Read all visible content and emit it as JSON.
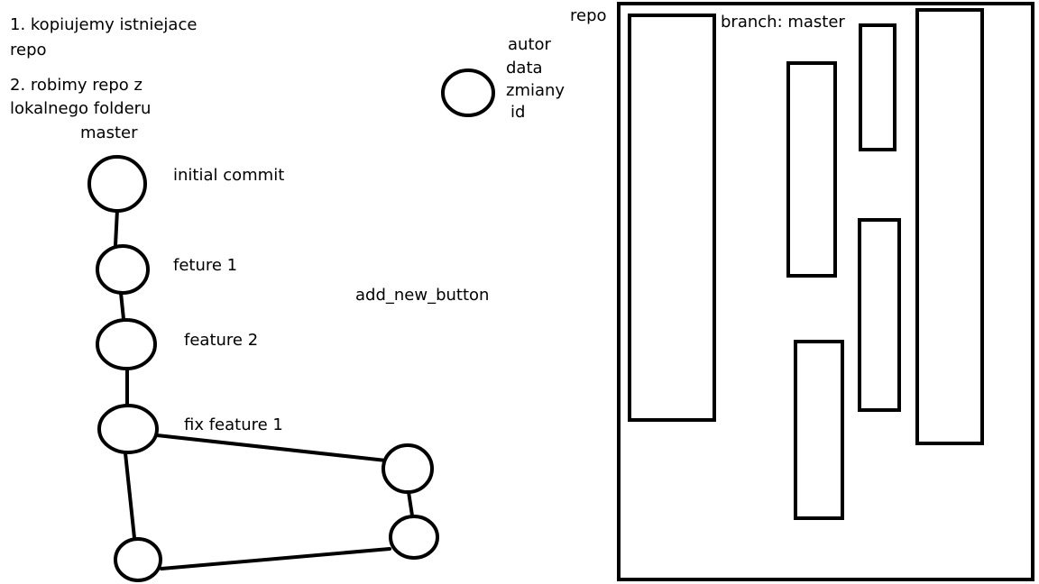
{
  "notes": {
    "step1_line1": "1. kopiujemy istniejace",
    "step1_line2": "repo",
    "step2_line1": "2. robimy repo z",
    "step2_line2": "lokalnego folderu"
  },
  "commit_legend": {
    "lines": [
      "autor",
      "data",
      "zmiany",
      "id"
    ]
  },
  "graph": {
    "branch_label": "master",
    "commits": [
      "initial commit",
      "feture 1",
      "feature 2",
      "fix feature 1"
    ],
    "branch_name": "add_new_button"
  },
  "repo": {
    "label": "repo",
    "branch": "branch: master"
  },
  "colors": {
    "ink": "#000000",
    "background": "#ffffff"
  }
}
